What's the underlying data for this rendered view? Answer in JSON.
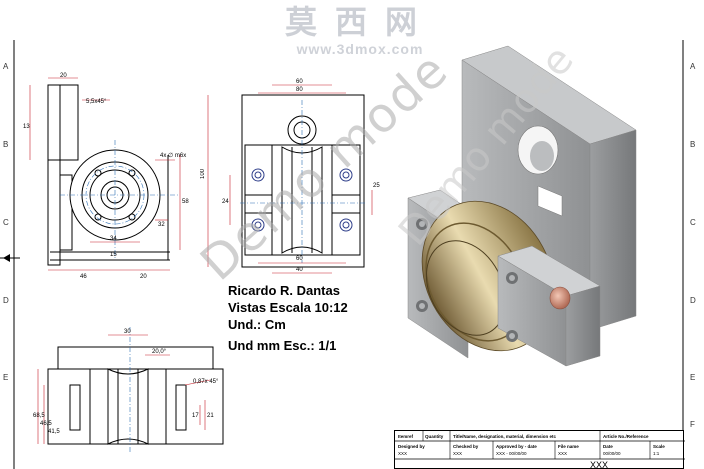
{
  "watermark": {
    "site_cn": "莫西网",
    "site_url": "www.3dmox.com",
    "demo_text": "Demo mode"
  },
  "zones_left": [
    "A",
    "B",
    "C",
    "D",
    "E"
  ],
  "zones_right": [
    "A",
    "B",
    "C",
    "D",
    "E",
    "F"
  ],
  "notes": {
    "author": "Ricardo R. Dantas",
    "views": "Vistas Escala 10:12",
    "unit": "Und.: Cm",
    "scale": "Und mm  Esc.: 1/1"
  },
  "dimensions": {
    "d20": "20",
    "d55x45": "5,5x45°",
    "d13": "13",
    "d4xm6x": "4x ∅ m6x",
    "d58": "58",
    "d32": "32",
    "d34": "34",
    "d15": "15",
    "d46": "46",
    "d20b": "20",
    "d60": "60",
    "d80": "80",
    "d100": "100",
    "d24": "24",
    "d25": "25",
    "d40": "40",
    "d30": "30",
    "d200": "20,0°",
    "d087": "0,87x 45°",
    "d685": "68,5",
    "d465": "46,5",
    "d415": "41,5",
    "d17": "17",
    "d21": "21"
  },
  "title_block": {
    "itemref": "Itemref",
    "quantity": "Quantity",
    "title_header": "Title/Name, designation, material, dimension etc",
    "article_header": "Article No./Reference",
    "designed_by": "Designed by",
    "checked_by": "Checked by",
    "approved_by": "Approved by - date",
    "file_name": "File name",
    "date": "Date",
    "scale": "Scale",
    "designed_val": "XXX",
    "checked_val": "XXX",
    "approved_val": "XXX - 00/00/00",
    "file_val": "XXX",
    "date_val": "00/00/00",
    "scale_val": "1:1",
    "bottom_ref": "XXX"
  },
  "colors": {
    "dim_red": "#c8202a",
    "center_blue": "#2d6fb5",
    "line": "#000000",
    "metal": "#a7a9ab",
    "bronze": "#b09a66"
  }
}
